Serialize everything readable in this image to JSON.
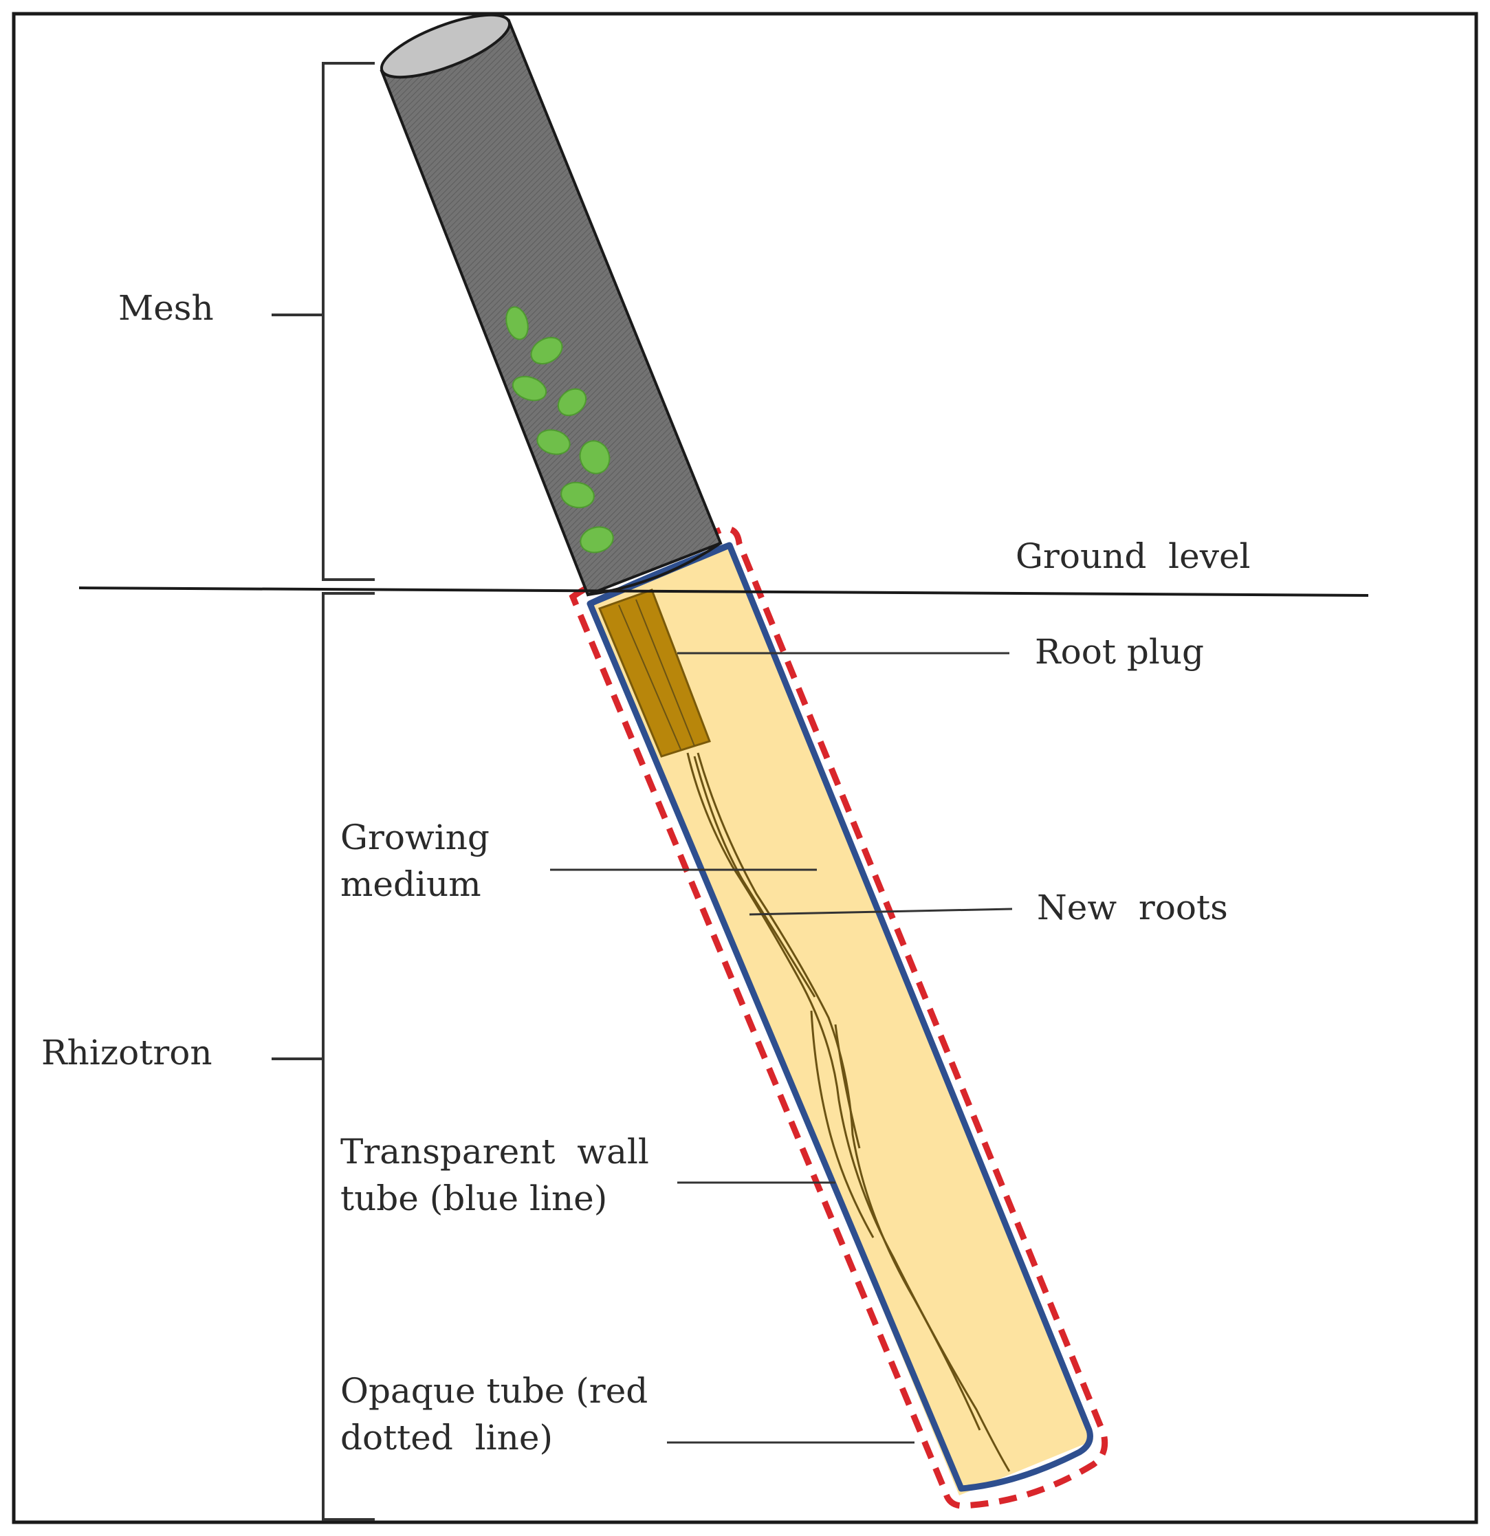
{
  "labels": {
    "mesh": "Mesh",
    "rhizotron": "Rhizotron",
    "ground_level": "Ground  level",
    "root_plug": "Root plug",
    "growing_medium_1": "Growing",
    "growing_medium_2": "medium",
    "new_roots": "New  roots",
    "transparent_wall_1": "Transparent  wall",
    "transparent_wall_2": "tube (blue line)",
    "opaque_tube_1": "Opaque tube (red",
    "opaque_tube_2": "dotted  line)"
  },
  "colors": {
    "mesh_fill": "#6e6e6e",
    "mesh_top": "#c4c4c4",
    "leaf": "#6fbf4a",
    "medium_fill": "#fde3a0",
    "root_plug_fill": "#b8860b",
    "root_line": "#6b5314",
    "transparent_tube": "#2e4f8f",
    "opaque_tube": "#d9262b",
    "lines": "#1a1a1a"
  }
}
